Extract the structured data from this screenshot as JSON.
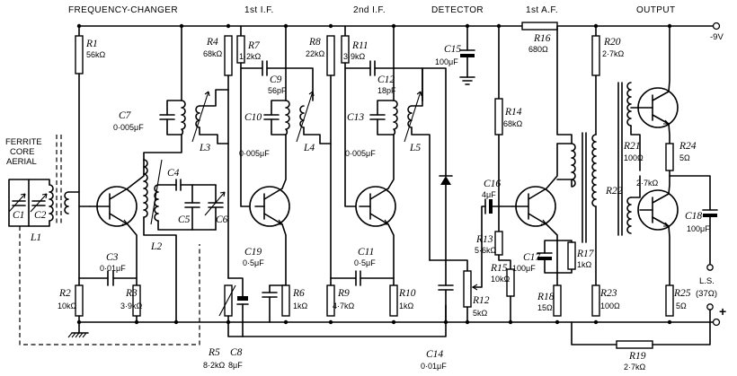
{
  "stages": {
    "frequency_changer": "FREQUENCY-CHANGER",
    "if1": "1st I.F.",
    "if2": "2nd I.F.",
    "detector": "DETECTOR",
    "af1": "1st A.F.",
    "output": "OUTPUT"
  },
  "supply": {
    "negative": "-9V",
    "positive": "+"
  },
  "aerial": {
    "line1": "FERRITE",
    "line2": "CORE",
    "line3": "AERIAL",
    "coil": "L1"
  },
  "resistors": {
    "R1": {
      "ref": "R1",
      "value": "56kΩ"
    },
    "R2": {
      "ref": "R2",
      "value": "10kΩ"
    },
    "R3": {
      "ref": "R3",
      "value": "3·9kΩ"
    },
    "R4": {
      "ref": "R4",
      "value": "68kΩ"
    },
    "R5": {
      "ref": "R5",
      "value": "8·2kΩ"
    },
    "R6": {
      "ref": "R6",
      "value": "1kΩ"
    },
    "R7": {
      "ref": "R7",
      "value": "1·2kΩ"
    },
    "R8": {
      "ref": "R8",
      "value": "22kΩ"
    },
    "R9": {
      "ref": "R9",
      "value": "4·7kΩ"
    },
    "R10": {
      "ref": "R10",
      "value": "1kΩ"
    },
    "R11": {
      "ref": "R11",
      "value": "3·9kΩ"
    },
    "R12": {
      "ref": "R12",
      "value": "5kΩ"
    },
    "R13": {
      "ref": "R13",
      "value": "5·6kΩ"
    },
    "R14": {
      "ref": "R14",
      "value": "68kΩ"
    },
    "R15": {
      "ref": "R15",
      "value": "10kΩ"
    },
    "R16": {
      "ref": "R16",
      "value": "680Ω"
    },
    "R17": {
      "ref": "R17",
      "value": "1kΩ"
    },
    "R18": {
      "ref": "R18",
      "value": "15Ω"
    },
    "R19": {
      "ref": "R19",
      "value": "2·7kΩ"
    },
    "R20": {
      "ref": "R20",
      "value": "2·7kΩ"
    },
    "R21": {
      "ref": "R21",
      "value": "100Ω"
    },
    "R22": {
      "ref": "R22",
      "value": "2·7kΩ"
    },
    "R23": {
      "ref": "R23",
      "value": "100Ω"
    },
    "R24": {
      "ref": "R24",
      "value": "5Ω"
    },
    "R25": {
      "ref": "R25",
      "value": "5Ω"
    }
  },
  "capacitors": {
    "C1": {
      "ref": "C1"
    },
    "C2": {
      "ref": "C2"
    },
    "C3": {
      "ref": "C3",
      "value": "0·01μF"
    },
    "C4": {
      "ref": "C4"
    },
    "C5": {
      "ref": "C5"
    },
    "C6": {
      "ref": "C6"
    },
    "C7": {
      "ref": "C7",
      "value": "0·005μF"
    },
    "C8": {
      "ref": "C8",
      "value": "8μF"
    },
    "C9": {
      "ref": "C9",
      "value": "56pF"
    },
    "C10": {
      "ref": "C10",
      "value": "0·005μF"
    },
    "C11": {
      "ref": "C11",
      "value": "0·5μF"
    },
    "C12": {
      "ref": "C12",
      "value": "18pF"
    },
    "C13": {
      "ref": "C13",
      "value": "0·005μF"
    },
    "C14": {
      "ref": "C14",
      "value": "0·01μF"
    },
    "C15": {
      "ref": "C15",
      "value": "100μF"
    },
    "C16": {
      "ref": "C16",
      "value": "4μF"
    },
    "C17": {
      "ref": "C17",
      "value": "100μF"
    },
    "C18": {
      "ref": "C18",
      "value": "100μF"
    },
    "C19": {
      "ref": "C19",
      "value": "0·5μF"
    }
  },
  "coils": {
    "L2": "L2",
    "L3": "L3",
    "L4": "L4",
    "L5": "L5"
  },
  "speaker": {
    "label": "L.S.",
    "impedance": "(37Ω)"
  }
}
